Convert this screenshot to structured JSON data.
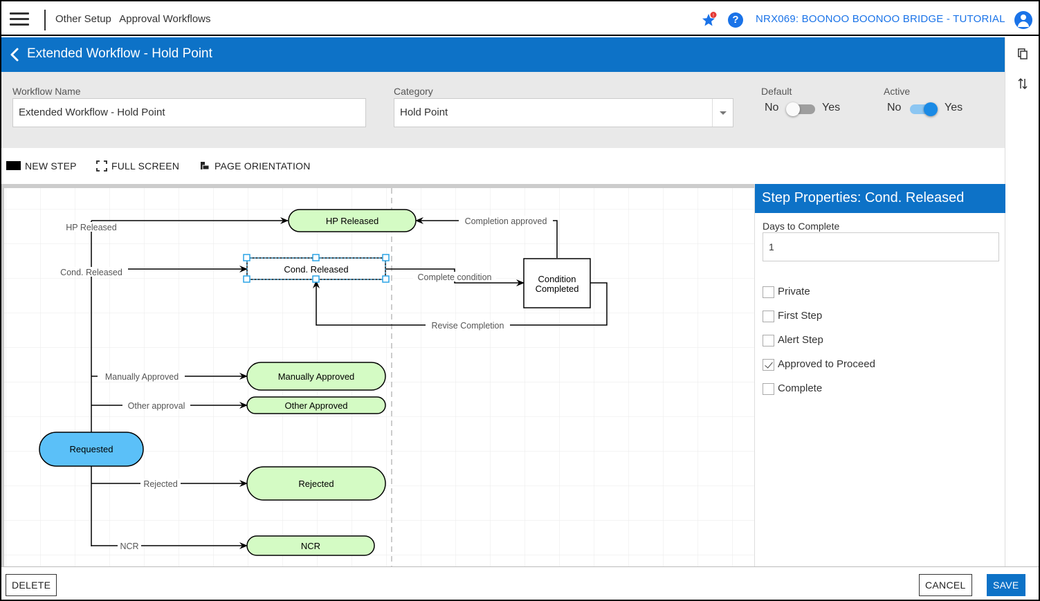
{
  "topbar": {
    "breadcrumb": [
      "Other Setup",
      "Approval Workflows"
    ],
    "project": "NRX069: BOONOO BOONOO BRIDGE - TUTORIAL",
    "notification_badge": "!",
    "help": "?"
  },
  "page": {
    "title": "Extended Workflow - Hold Point"
  },
  "form": {
    "workflow_name_label": "Workflow Name",
    "workflow_name_value": "Extended Workflow - Hold Point",
    "category_label": "Category",
    "category_value": "Hold Point",
    "default_label": "Default",
    "default_no": "No",
    "default_yes": "Yes",
    "default_on": false,
    "active_label": "Active",
    "active_no": "No",
    "active_yes": "Yes",
    "active_on": true
  },
  "toolbar": {
    "new_step": "NEW STEP",
    "full_screen": "FULL SCREEN",
    "page_orientation": "PAGE ORIENTATION"
  },
  "diagram": {
    "nodes": {
      "requested": "Requested",
      "hp_released": "HP Released",
      "cond_released": "Cond. Released",
      "condition_completed_1": "Condition",
      "condition_completed_2": "Completed",
      "manually_approved": "Manually Approved",
      "other_approved": "Other Approved",
      "rejected": "Rejected",
      "ncr": "NCR"
    },
    "edges": {
      "hp_released": "HP Released",
      "cond_released": "Cond. Released",
      "manually_approved": "Manually Approved",
      "other_approval": "Other approval",
      "rejected": "Rejected",
      "ncr": "NCR",
      "completion_approved": "Completion approved",
      "complete_condition": "Complete condition",
      "revise_completion": "Revise Completion"
    },
    "colors": {
      "start_fill": "#5bc0f8",
      "outcome_fill": "#d4fbc4",
      "process_fill": "#ffffff",
      "selection": "#2aa4e6"
    }
  },
  "props": {
    "title": "Step Properties: Cond. Released",
    "days_label": "Days to Complete",
    "days_value": "1",
    "checkboxes": [
      {
        "label": "Private",
        "checked": false
      },
      {
        "label": "First Step",
        "checked": false
      },
      {
        "label": "Alert Step",
        "checked": false
      },
      {
        "label": "Approved to Proceed",
        "checked": true
      },
      {
        "label": "Complete",
        "checked": false
      }
    ]
  },
  "footer": {
    "delete": "DELETE",
    "cancel": "CANCEL",
    "save": "SAVE"
  }
}
